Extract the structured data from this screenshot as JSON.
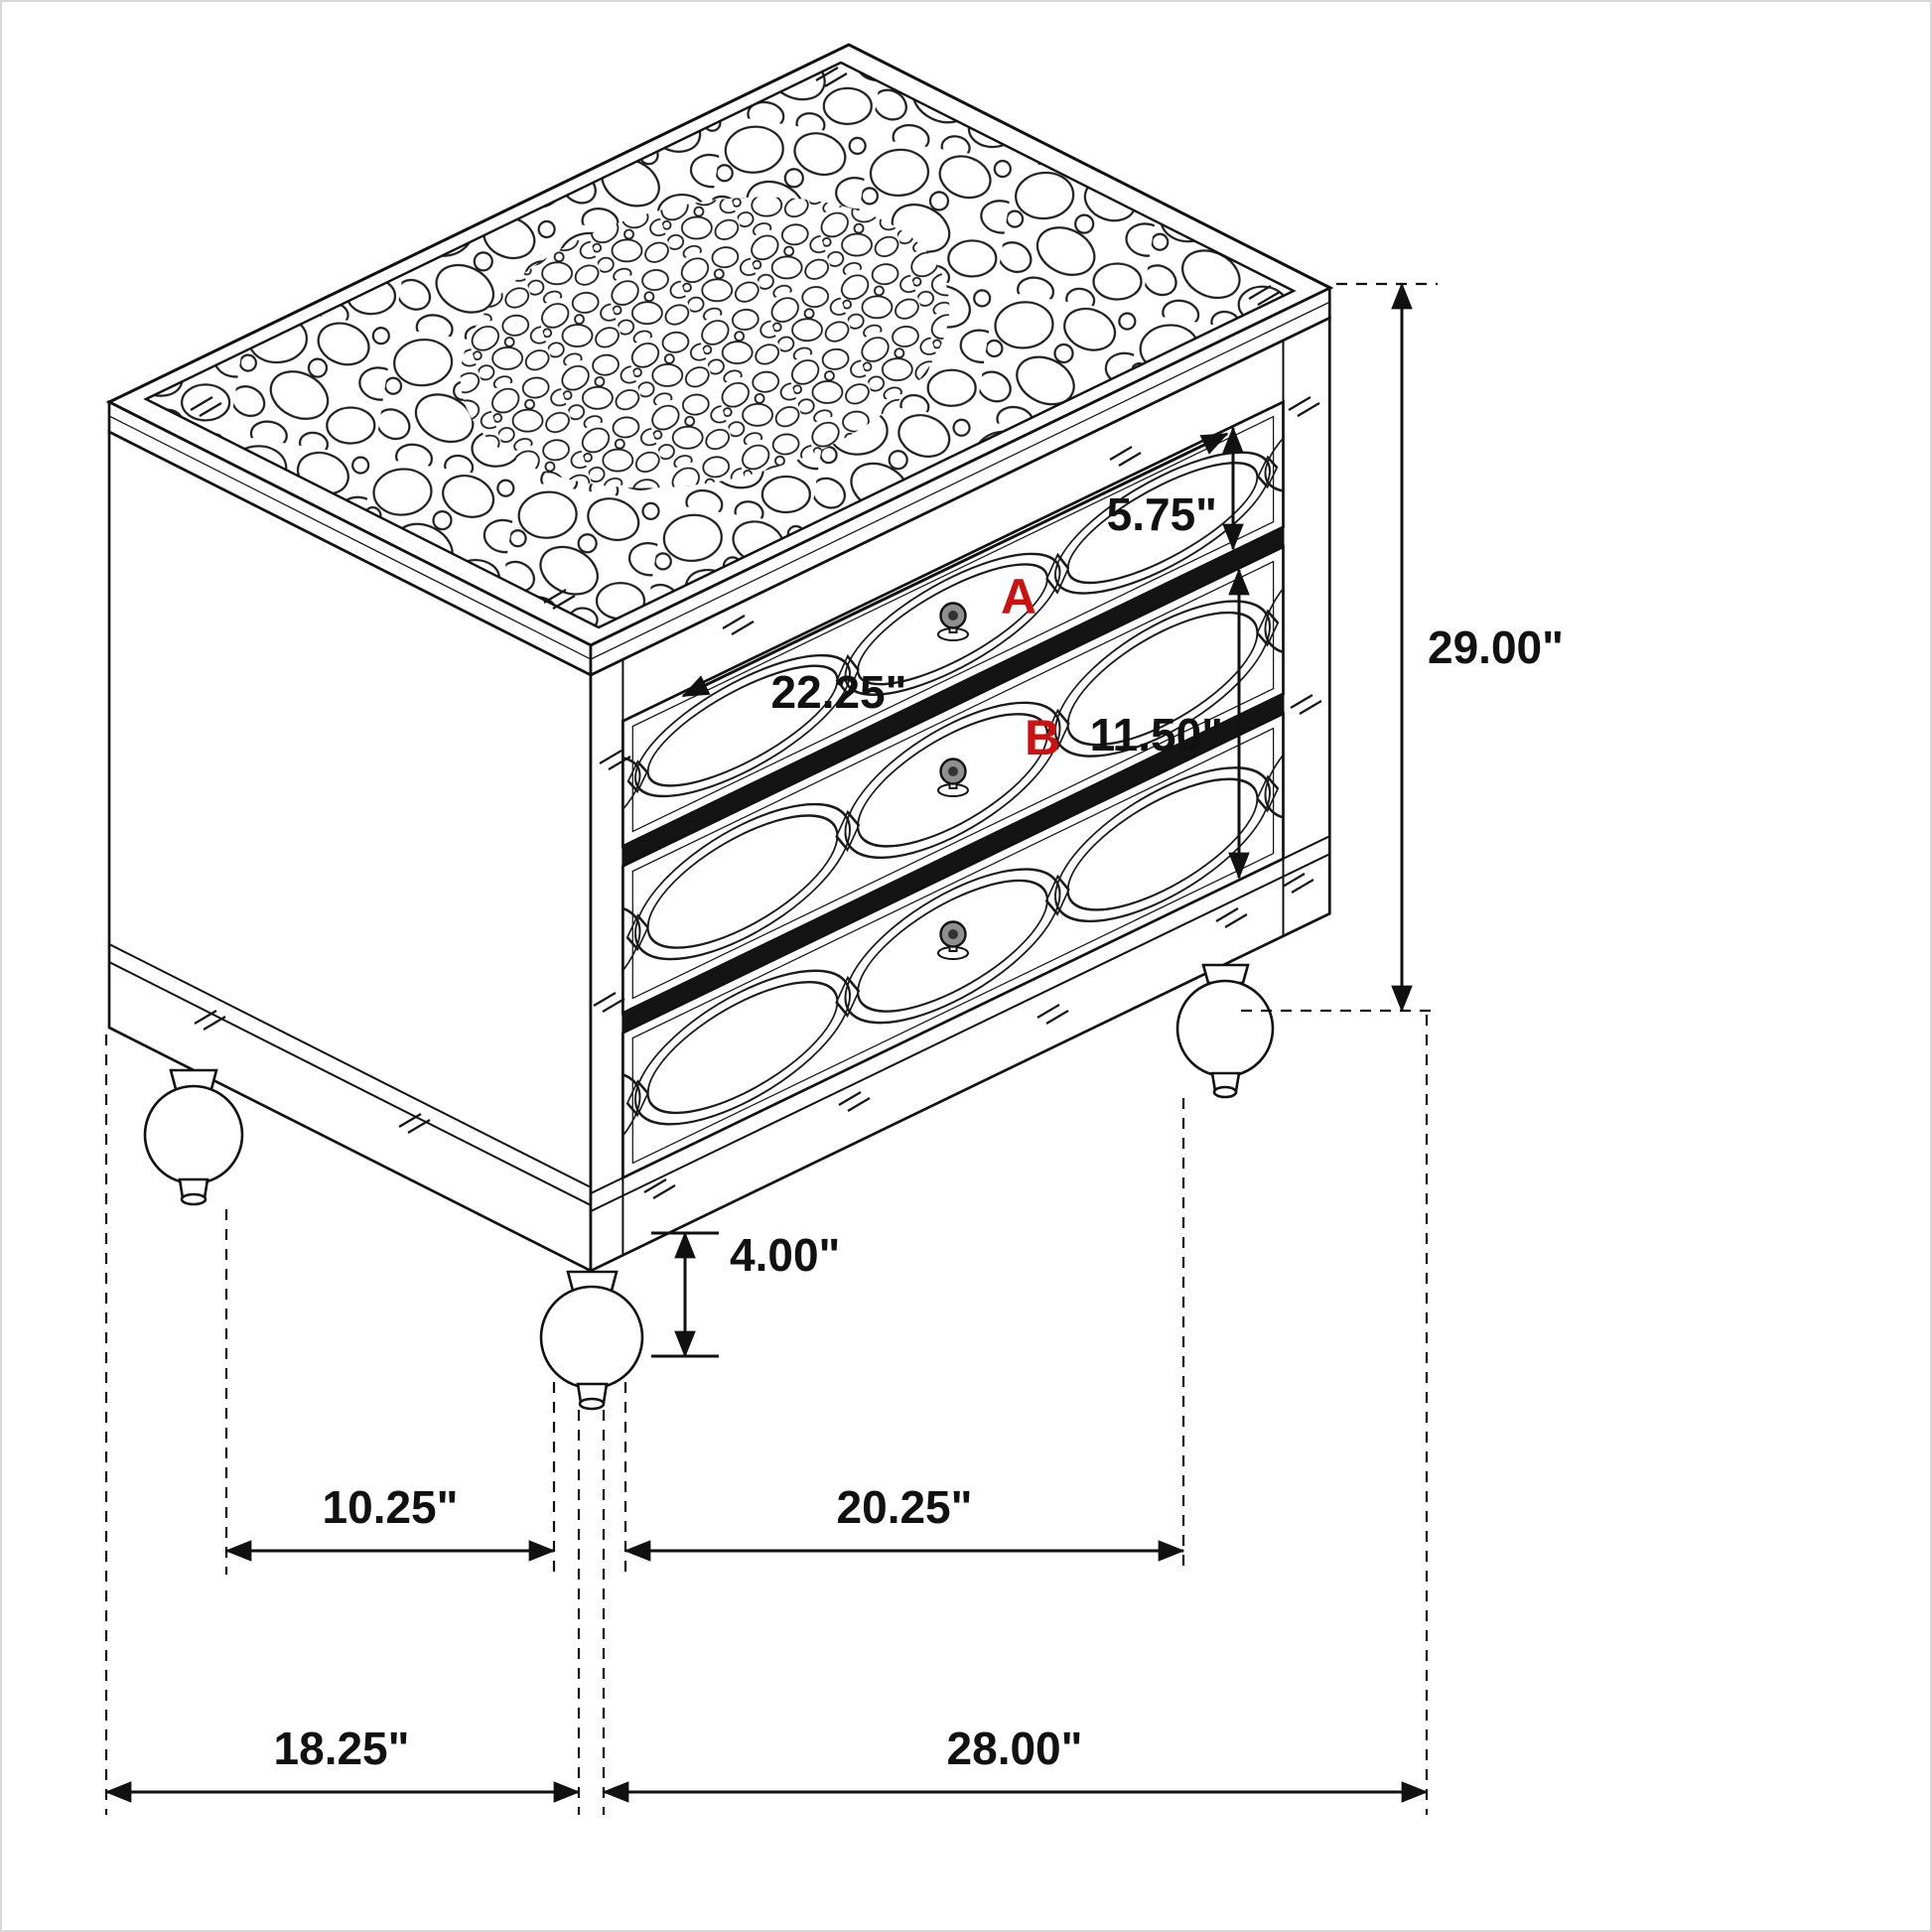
{
  "diagram": {
    "accent_color": "#cc1111",
    "line_color": "#111111",
    "background_color": "#ffffff",
    "markers": {
      "a": "A",
      "b": "B"
    },
    "dimensions": {
      "top_drawer_height": "5.75\"",
      "overall_height": "29.00\"",
      "drawer_opening_width": "22.25\"",
      "lower_drawer_height": "11.50\"",
      "foot_height": "4.00\"",
      "side_feet_spacing": "10.25\"",
      "front_feet_spacing": "20.25\"",
      "overall_depth": "18.25\"",
      "overall_width": "28.00\""
    }
  }
}
